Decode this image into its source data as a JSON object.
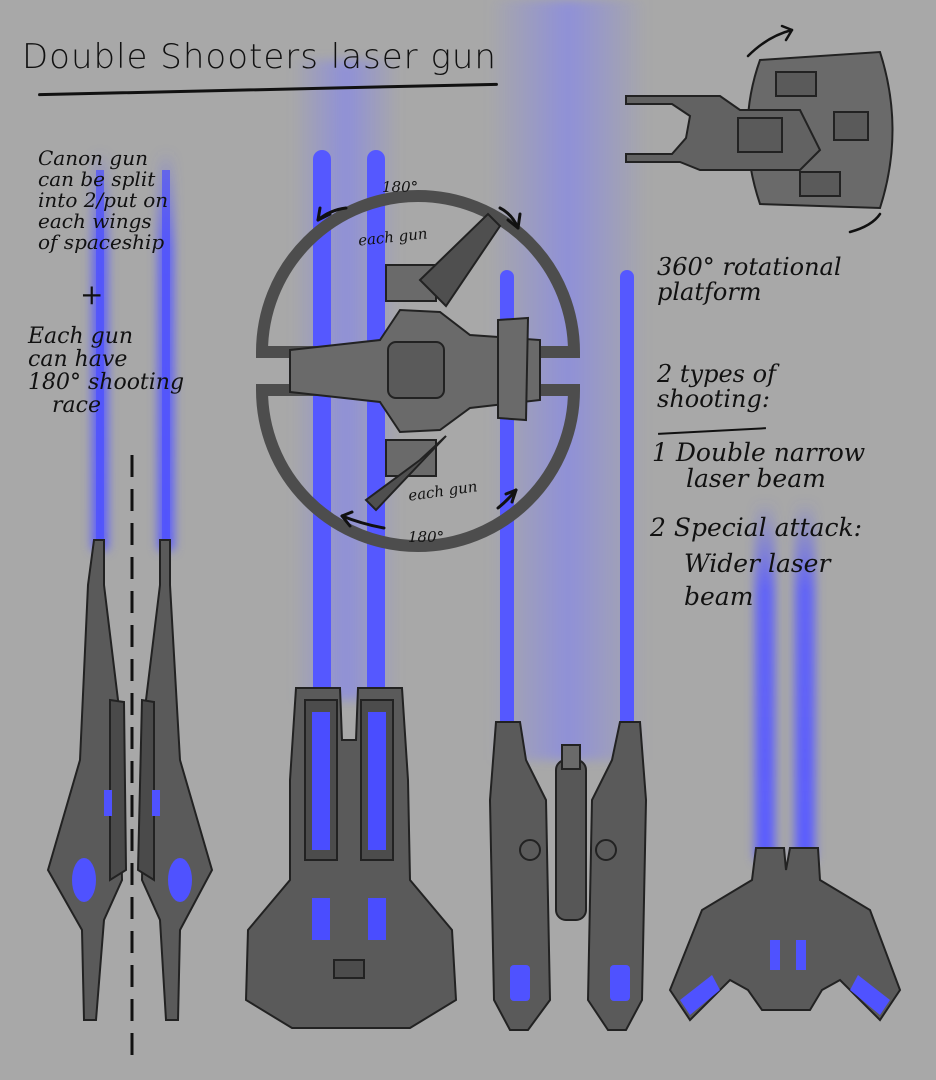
{
  "title": "Double Shooters laser gun",
  "note_split": [
    "Canon gun",
    "can be split",
    "into 2/put on",
    "each wings",
    "of spaceship"
  ],
  "note_plus": "+",
  "note_each_gun": [
    "Each gun",
    "can have",
    "180° shooting",
    "race"
  ],
  "rotation_labels": {
    "top_angle": "180°",
    "top_each": "each gun",
    "bottom_each": "each gun",
    "bottom_angle": "180°"
  },
  "platform_note": [
    "360° rotational",
    "platform"
  ],
  "shooting_types": {
    "heading": [
      "2 types of",
      "shooting:"
    ],
    "item1": [
      "1 Double narrow",
      "laser beam"
    ],
    "item2": [
      "2 Special attack:",
      "Wider laser",
      "beam"
    ]
  },
  "colors": {
    "background": "#a8a8a8",
    "laser": "#4a4dff",
    "metal": "#585858",
    "ink": "#111111"
  }
}
